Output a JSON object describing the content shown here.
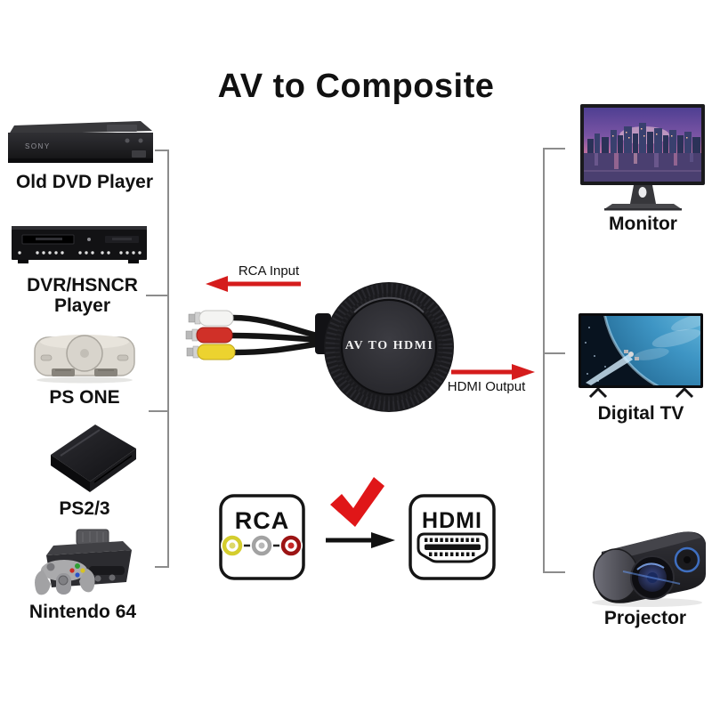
{
  "title": "AV to Composite",
  "left_devices": [
    {
      "label": "Old DVD Player",
      "brand": "SONY",
      "icon": "dvd-player-icon"
    },
    {
      "label": "DVR/HSNCR Player",
      "icon": "dvr-player-icon"
    },
    {
      "label": "PS ONE",
      "icon": "ps-one-icon"
    },
    {
      "label": "PS2/3",
      "icon": "ps2-3-icon"
    },
    {
      "label": "Nintendo 64",
      "icon": "nintendo-64-icon"
    }
  ],
  "right_devices": [
    {
      "label": "Monitor",
      "icon": "monitor-icon"
    },
    {
      "label": "Digital TV",
      "icon": "digital-tv-icon"
    },
    {
      "label": "Projector",
      "icon": "projector-icon"
    }
  ],
  "converter": {
    "device_label": "AV TO HDMI"
  },
  "annotations": {
    "input": "RCA Input",
    "output": "HDMI Output"
  },
  "legend": {
    "rca": "RCA",
    "hdmi": "HDMI"
  },
  "colors": {
    "arrow_red": "#d51c1c",
    "check_red": "#e01618",
    "bracket_gray": "#8c8c8c",
    "rca_yellow": "#d4cd2e",
    "rca_red": "#c0392b",
    "rca_white": "#f4f4f2"
  }
}
